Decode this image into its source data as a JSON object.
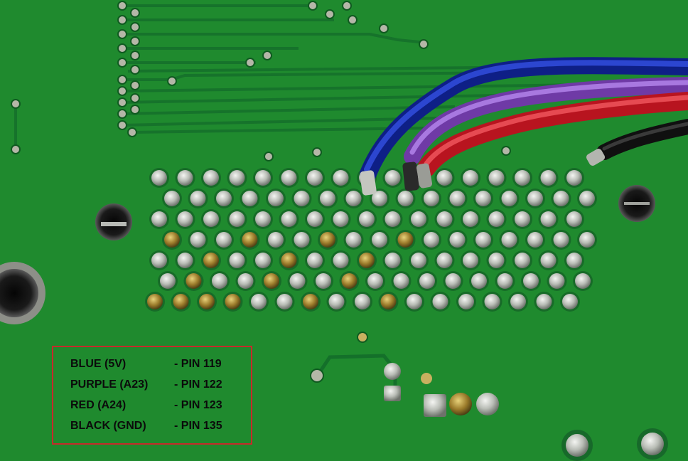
{
  "photo": {
    "colors": {
      "board": "#1f8a2e",
      "trace": "#15702a",
      "pad_silver": "#d9dcd6",
      "wire_blue": "#1428a8",
      "wire_purple": "#8a4fc4",
      "wire_red": "#d0202c",
      "wire_black": "#141414",
      "legend_border": "#c62a2a"
    }
  },
  "legend": {
    "rows": [
      {
        "wire": "BLUE (5V)",
        "pin": "- PIN 119"
      },
      {
        "wire": "PURPLE (A23)",
        "pin": "- PIN 122"
      },
      {
        "wire": "RED (A24)",
        "pin": "- PIN 123"
      },
      {
        "wire": "BLACK (GND)",
        "pin": "- PIN 135"
      }
    ]
  }
}
